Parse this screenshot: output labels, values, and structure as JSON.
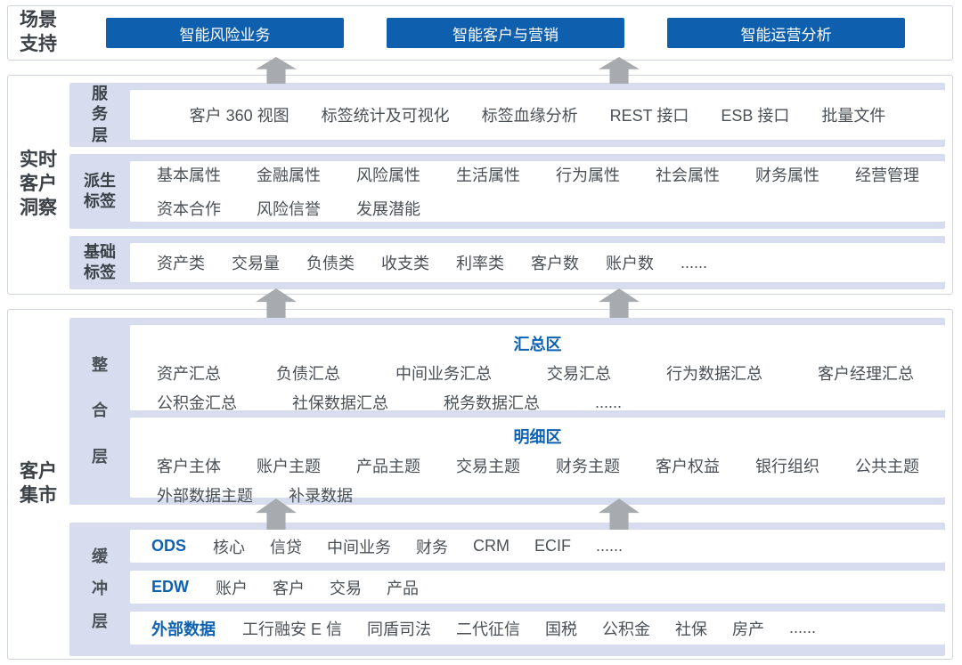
{
  "colors": {
    "accent_blue": "#0e5fae",
    "text_blue": "#0e62b2",
    "row_background": "#d7ddee",
    "arrow_gray": "#a7aaaf"
  },
  "icons": {
    "flow_arrow": "up-block-arrow"
  },
  "scenario": {
    "label": "场景\n支持",
    "buttons": [
      "智能风险业务",
      "智能客户与营销",
      "智能运营分析"
    ]
  },
  "insight": {
    "label": "实时\n客户\n洞察",
    "service_layer": {
      "label": "服\n务\n层",
      "items": [
        "客户 360 视图",
        "标签统计及可视化",
        "标签血缘分析",
        "REST 接口",
        "ESB 接口",
        "批量文件"
      ]
    },
    "derived_tags": {
      "label": "派生\n标签",
      "line1": [
        "基本属性",
        "金融属性",
        "风险属性",
        "生活属性",
        "行为属性",
        "社会属性",
        "财务属性",
        "经营管理"
      ],
      "line2": [
        "资本合作",
        "风险信誉",
        "发展潜能"
      ]
    },
    "basic_tags": {
      "label": "基础\n标签",
      "items": [
        "资产类",
        "交易量",
        "负债类",
        "收支类",
        "利率类",
        "客户数",
        "账户数",
        "......"
      ]
    }
  },
  "mart": {
    "label": "客户\n集市",
    "integration_layer": {
      "label_chars": [
        "整",
        "合",
        "层"
      ],
      "summary_zone": {
        "title": "汇总区",
        "line1": [
          "资产汇总",
          "负债汇总",
          "中间业务汇总",
          "交易汇总",
          "行为数据汇总",
          "客户经理汇总"
        ],
        "line2": [
          "公积金汇总",
          "社保数据汇总",
          "税务数据汇总",
          "......"
        ]
      },
      "detail_zone": {
        "title": "明细区",
        "line1": [
          "客户主体",
          "账户主题",
          "产品主题",
          "交易主题",
          "财务主题",
          "客户权益",
          "银行组织",
          "公共主题"
        ],
        "line2": [
          "外部数据主题",
          "补录数据"
        ]
      }
    },
    "buffer_layer": {
      "label_chars": [
        "缓",
        "冲",
        "层"
      ],
      "ods": {
        "label": "ODS",
        "items": [
          "核心",
          "信贷",
          "中间业务",
          "财务",
          "CRM",
          "ECIF",
          "......"
        ]
      },
      "edw": {
        "label": "EDW",
        "items": [
          "账户",
          "客户",
          "交易",
          "产品"
        ]
      },
      "external": {
        "label": "外部数据",
        "items": [
          "工行融安 E 信",
          "同盾司法",
          "二代征信",
          "国税",
          "公积金",
          "社保",
          "房产",
          "......"
        ]
      }
    }
  }
}
